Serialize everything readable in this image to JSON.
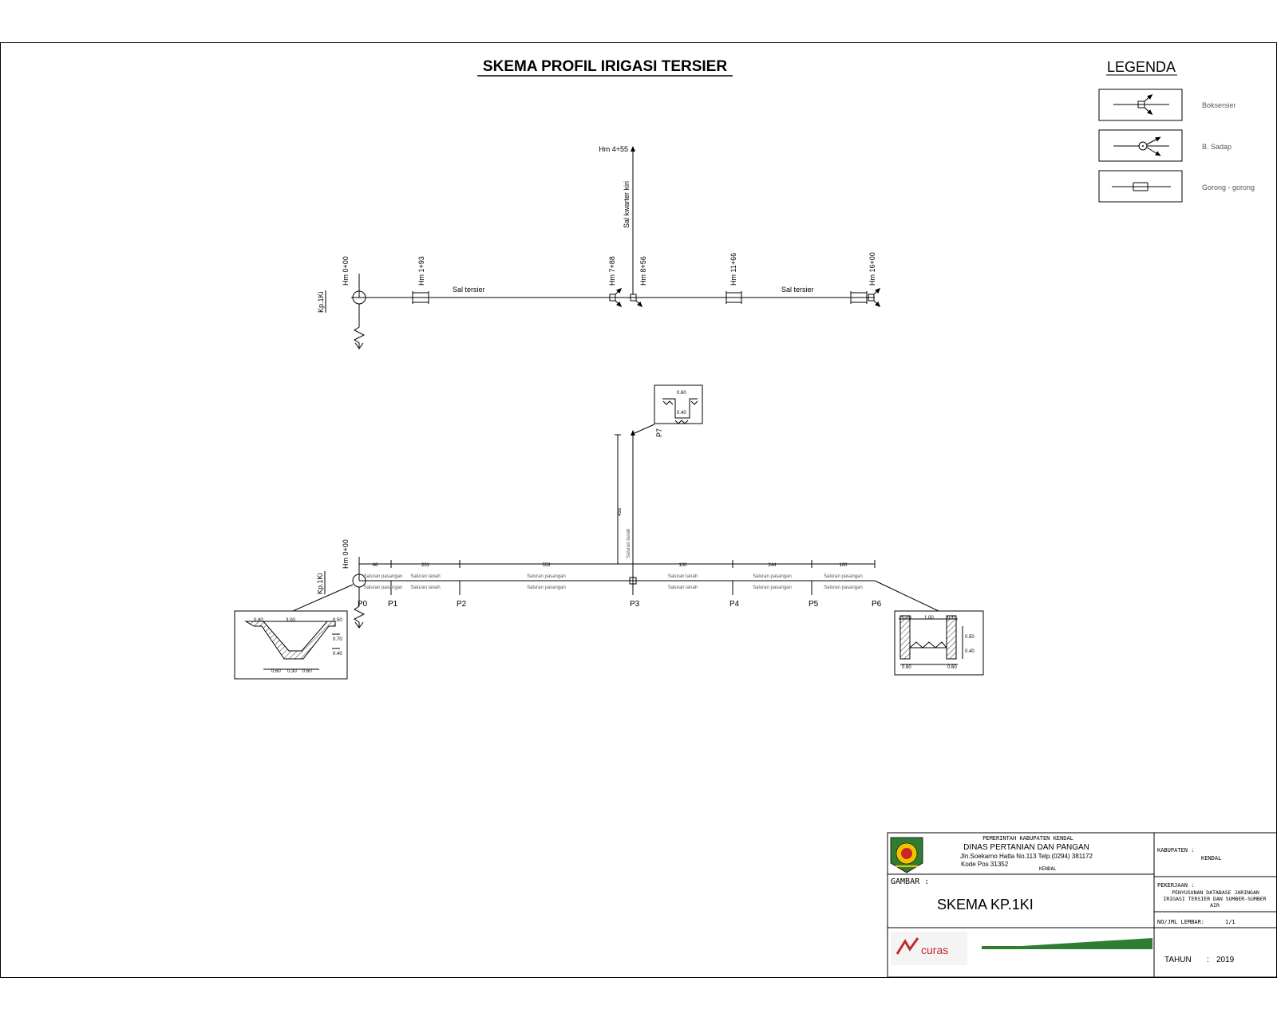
{
  "title": "SKEMA PROFIL IRIGASI TERSIER",
  "legend": {
    "heading": "LEGENDA",
    "items": [
      {
        "label": "Boksersier",
        "icon": "box-tersier-symbol-icon"
      },
      {
        "label": "B. Sadap",
        "icon": "box-sadap-symbol-icon"
      },
      {
        "label": "Gorong - gorong",
        "icon": "culvert-symbol-icon"
      }
    ]
  },
  "top_scheme": {
    "source_label": "Kp.1Ki",
    "channel_label_1": "Sal tersier",
    "channel_label_2": "Sal tersier",
    "quarter_channel_label": "Sal kwarter kiri",
    "stations": [
      {
        "label": "Hm 0+00",
        "kind": "intake"
      },
      {
        "label": "Hm 1+93",
        "kind": "culvert"
      },
      {
        "label": "Hm 7+88",
        "kind": "box"
      },
      {
        "label": "Hm 8+56",
        "kind": "box"
      },
      {
        "label": "Hm 11+66",
        "kind": "culvert"
      },
      {
        "label": "Hm 16+00",
        "kind": "box-end"
      }
    ],
    "branch_end_label": "Hm 4+55"
  },
  "bottom_scheme": {
    "source_label": "Kp.1Ki",
    "station_label": "Hm 0+00",
    "points": [
      "P0",
      "P1",
      "P2",
      "P3",
      "P4",
      "P5",
      "P6"
    ],
    "branch_point": "P7",
    "segment_lengths": [
      "46",
      "201",
      "553",
      "100",
      "244",
      "100"
    ],
    "branch_length": "455",
    "segment_notes_upper": [
      "Saluran pasangan",
      "Saluran tanah",
      "Saluran pasangan",
      "Saluran tanah",
      "Saluran pasangan",
      "Saluran pasangan"
    ],
    "segment_notes_lower": [
      "Saluran pasangan",
      "Saluran tanah",
      "Saluran pasangan",
      "Saluran tanah",
      "Saluran pasangan",
      "Saluran pasangan"
    ],
    "branch_note": "Saluran tanah",
    "section_left": {
      "top": "3.00",
      "side_left": "0.80",
      "side_right": "0.50",
      "h1": "0.70",
      "h2": "0.40",
      "bottom": [
        "0.60",
        "0.30",
        "0.60"
      ]
    },
    "section_right": {
      "top": [
        "0.10",
        "1.00",
        "0.10"
      ],
      "h1": "0.50",
      "h2": "0.40",
      "bottom": [
        "0.60",
        "0.60"
      ]
    },
    "section_branch": {
      "top": "0.60",
      "bottom": "0.40"
    }
  },
  "title_block": {
    "gov": "PEMERINTAH KABUPATEN KENDAL",
    "agency": "DINAS PERTANIAN DAN PANGAN",
    "address": "Jln.Soekarno Hatta No.113 Telp.(0294) 381172",
    "postcode": "Kode Pos 31352",
    "city": "KENDAL",
    "kabupaten_label": "KABUPATEN :",
    "kabupaten_value": "KENDAL",
    "gambar_label": "GAMBAR :",
    "gambar_value": "SKEMA KP.1KI",
    "pekerjaan_label": "PEKERJAAN :",
    "pekerjaan_value_1": "PENYUSUNAN DATABASE JARINGAN",
    "pekerjaan_value_2": "IRIGASI TERSIER DAN SUMBER-SUMBER",
    "pekerjaan_value_3": "AIR",
    "sheet_label": "NO/JML LEMBAR:",
    "sheet_value": "1/1",
    "consultant": "curas",
    "tahun_label": "TAHUN",
    "tahun_sep": ":",
    "tahun_value": "2019"
  }
}
